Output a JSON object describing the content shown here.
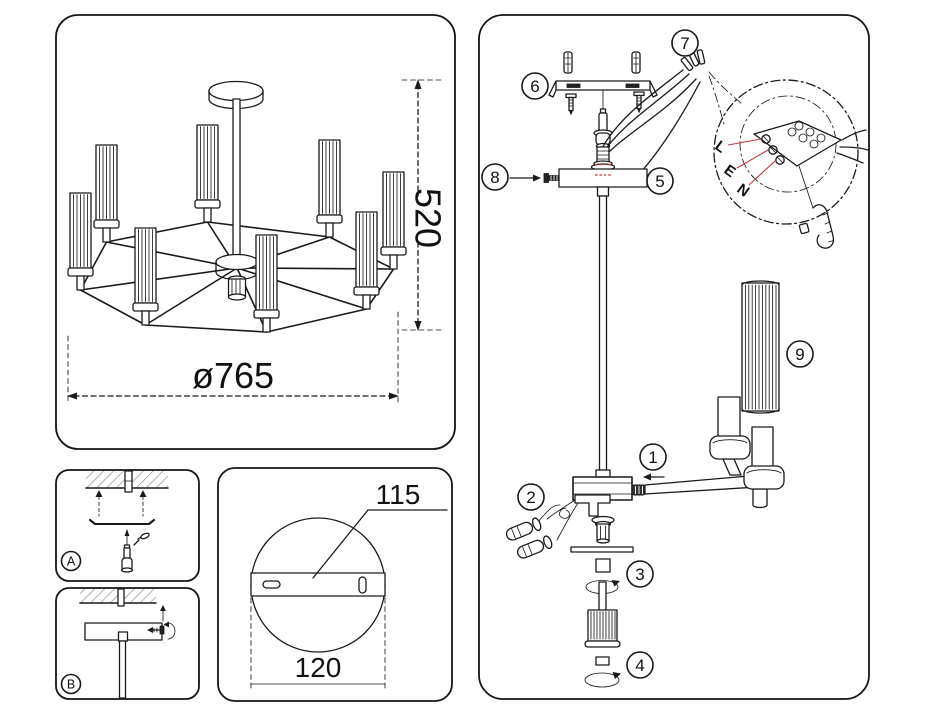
{
  "colors": {
    "line": "#1a1a1a",
    "wire_label_leader": "#c03a3a",
    "thread_mark": "#c03a3a",
    "background": "#ffffff"
  },
  "panels": {
    "overview": {
      "height_label": "520",
      "diameter_label": "ø765"
    },
    "mounting_step_a": {
      "label": "A"
    },
    "mounting_step_b": {
      "label": "B"
    },
    "canopy_detail": {
      "bracket_length_label": "115",
      "canopy_diameter_label": "120"
    },
    "assembly": {
      "step_labels": [
        "1",
        "2",
        "3",
        "4",
        "5",
        "6",
        "7",
        "8",
        "9"
      ],
      "wiring": {
        "live": "L",
        "earth": "E",
        "neutral": "N"
      }
    }
  }
}
